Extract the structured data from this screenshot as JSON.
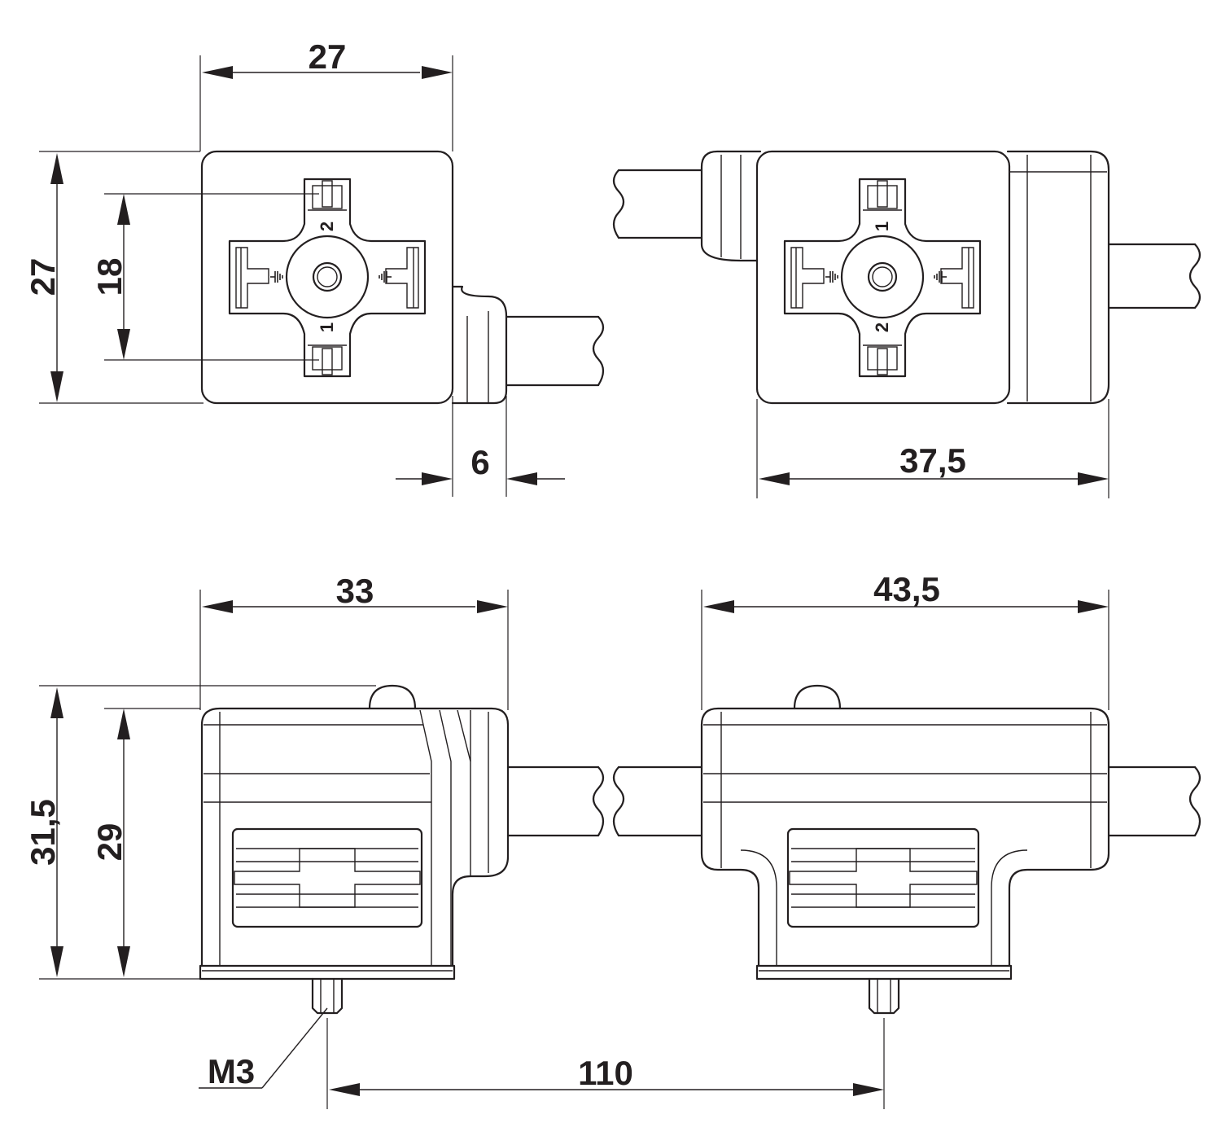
{
  "views": {
    "front_single": {
      "dim_width": "27",
      "dim_height": "27",
      "dim_pin_span": "18",
      "dim_cable_offset": "6",
      "pin_top": "2",
      "pin_bottom": "1"
    },
    "front_double": {
      "dim_width": "37,5",
      "pin_top": "1",
      "pin_bottom": "2"
    },
    "side_single": {
      "dim_width": "33",
      "dim_height_total": "31,5",
      "dim_height_body": "29",
      "thread_label": "M3"
    },
    "side_double": {
      "dim_width": "43,5"
    },
    "screw_spacing": "110"
  },
  "colors": {
    "line": "#231f20",
    "background": "#ffffff"
  }
}
